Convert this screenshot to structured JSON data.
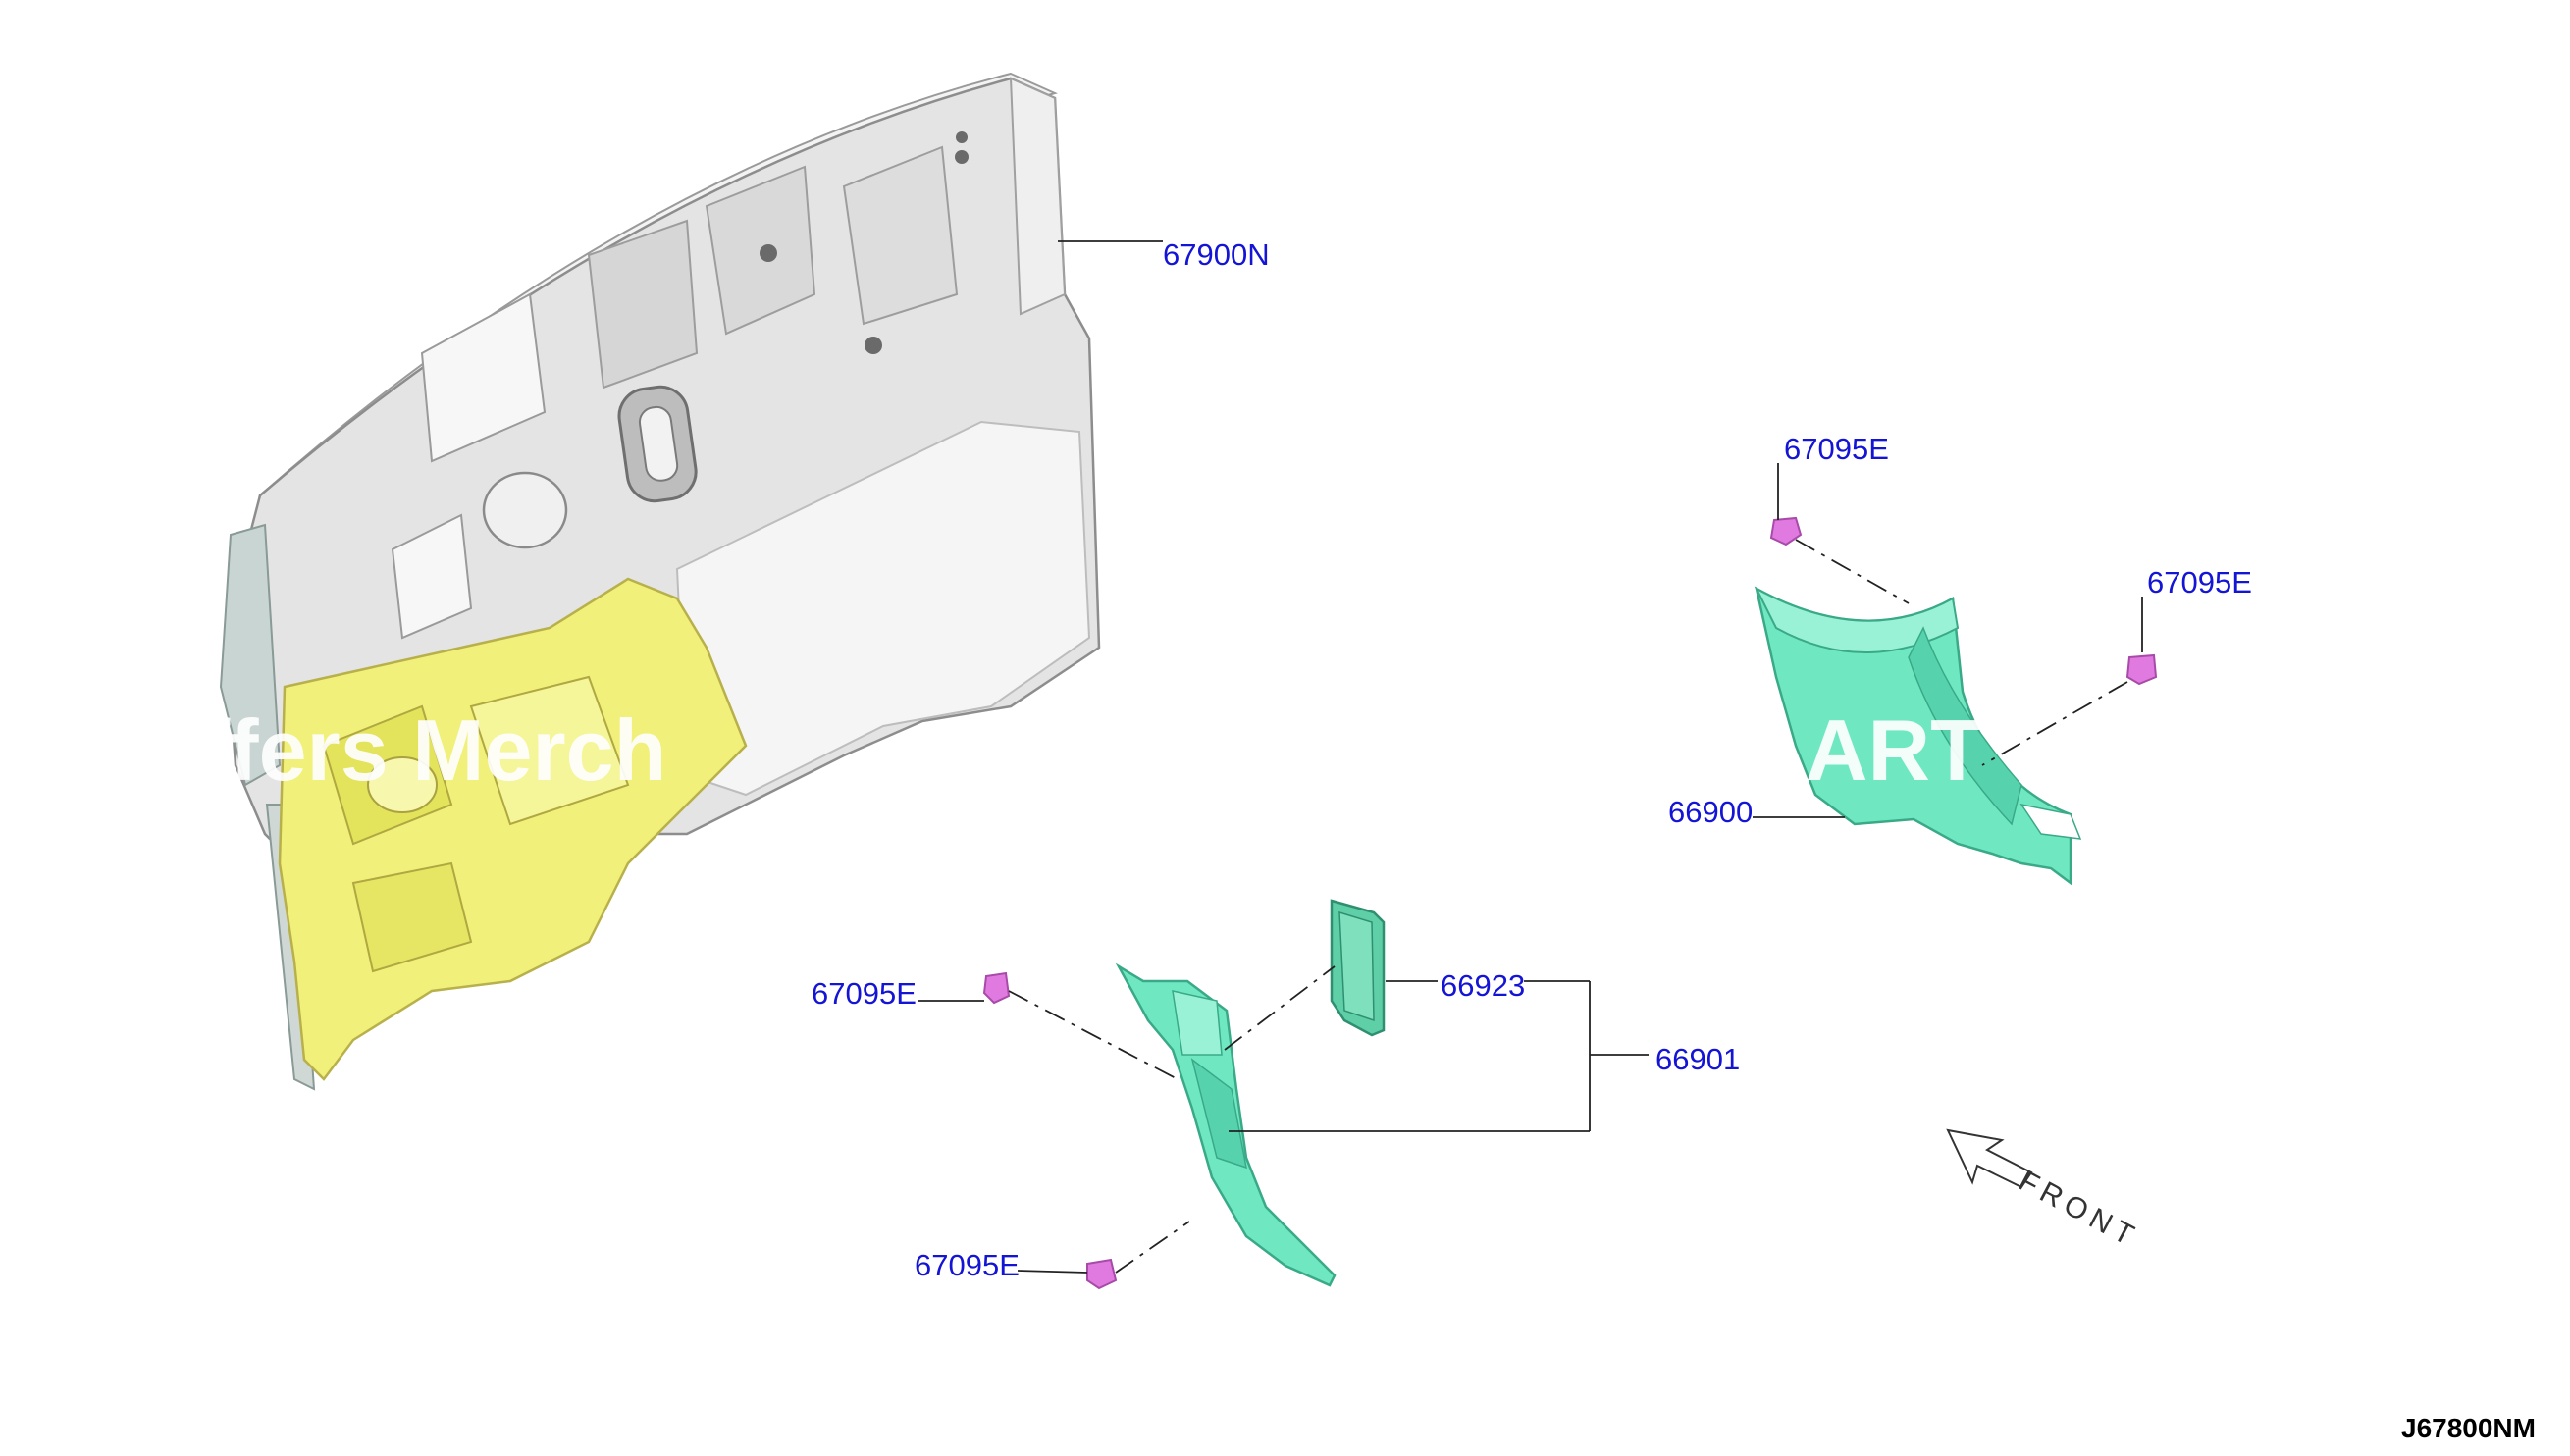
{
  "callouts": {
    "insulator_dash": "67900N",
    "clip_top_right_a": "67095E",
    "clip_top_right_b": "67095E",
    "kicking_plate_rh": "66900",
    "clip_mid_left": "67095E",
    "cover_small": "66923",
    "kicking_plate_lh_assy": "66901",
    "clip_bottom": "67095E"
  },
  "front_indicator": "FRONT",
  "diagram_code": "J67800NM",
  "watermark": {
    "left_text": "ffers Merch",
    "right_text": "ART"
  },
  "colors": {
    "callout_text": "#1414d6",
    "insulator": "#e6e6e6",
    "yellow_part": "#f2f27a",
    "green_part": "#6fe8c2",
    "clip": "#e07ae0"
  }
}
